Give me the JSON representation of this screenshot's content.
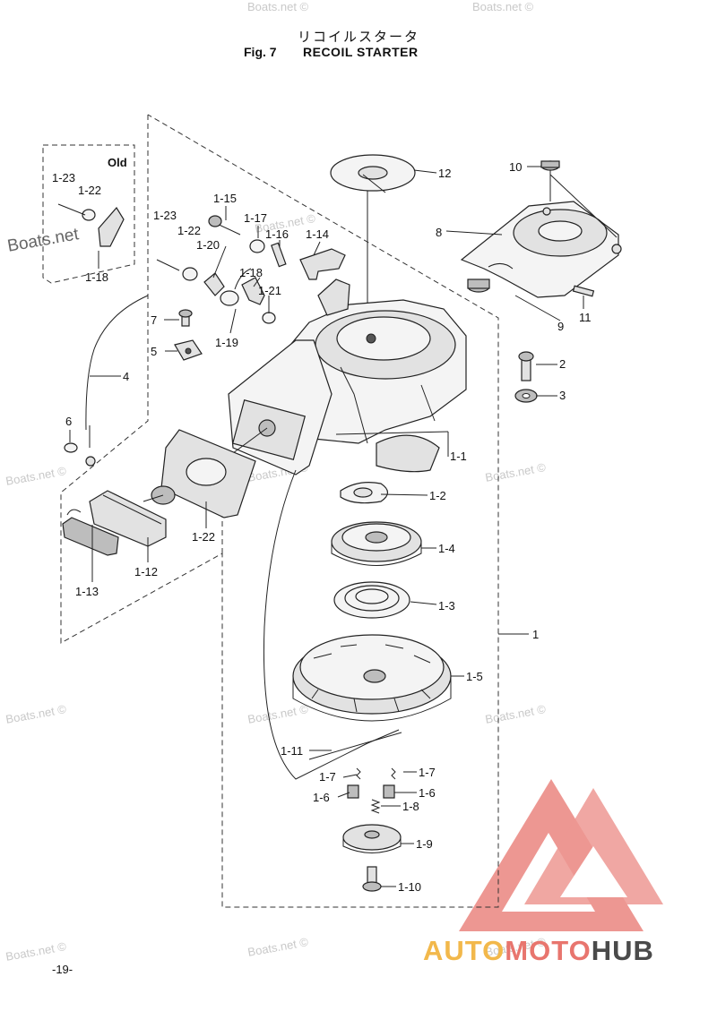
{
  "header": {
    "title_jp": "リコイルスタータ",
    "fig_label": "Fig. 7",
    "title_en": "RECOIL STARTER"
  },
  "page_number": "-19-",
  "old_box_label": "Old",
  "watermarks": [
    "Boats.net",
    "Boats.net ©"
  ],
  "part_labels": {
    "p1": "1",
    "p1_1": "1-1",
    "p1_2": "1-2",
    "p1_3": "1-3",
    "p1_4": "1-4",
    "p1_5": "1-5",
    "p1_6": "1-6",
    "p1_7": "1-7",
    "p1_8": "1-8",
    "p1_9": "1-9",
    "p1_10": "1-10",
    "p1_11": "1-11",
    "p1_12": "1-12",
    "p1_13": "1-13",
    "p1_14": "1-14",
    "p1_15": "1-15",
    "p1_16": "1-16",
    "p1_17": "1-17",
    "p1_18": "1-18",
    "p1_19": "1-19",
    "p1_20": "1-20",
    "p1_21": "1-21",
    "p1_22": "1-22",
    "p1_23": "1-23",
    "p2": "2",
    "p3": "3",
    "p4": "4",
    "p5": "5",
    "p6": "6",
    "p7": "7",
    "p8": "8",
    "p9": "9",
    "p10": "10",
    "p11": "11",
    "p12": "12"
  },
  "logo": {
    "part1": "AUTO",
    "part2": "MOTO",
    "part3": "HUB",
    "color1": "#f2b84b",
    "color2": "#e8756e",
    "color3": "#4a4a4a"
  }
}
